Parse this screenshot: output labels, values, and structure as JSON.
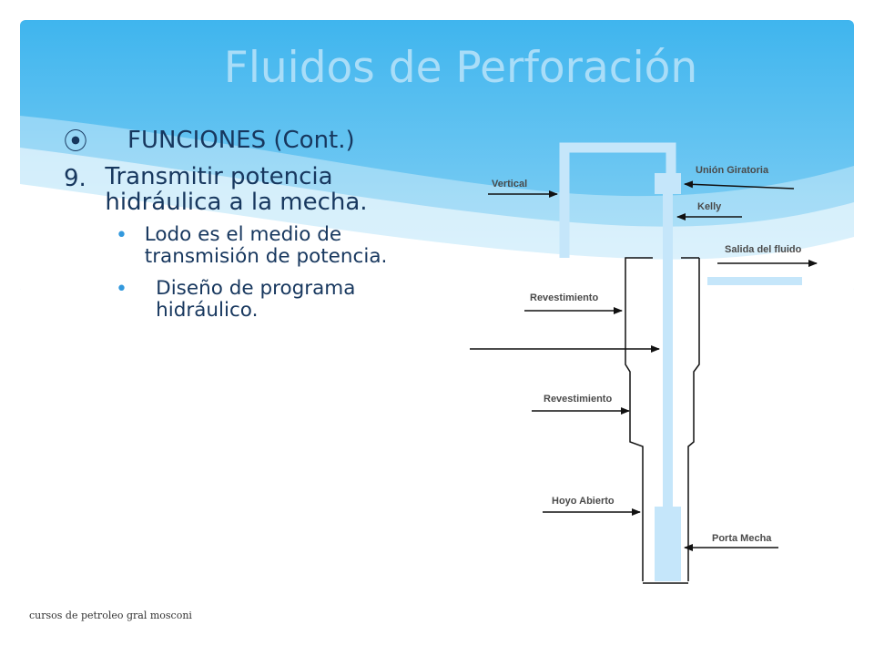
{
  "slide": {
    "title": "Fluidos de Perforación",
    "footer": "cursos de petroleo gral mosconi",
    "heading_bullet": "⦿",
    "heading": "FUNCIONES (Cont.)",
    "item_number": "9.",
    "item_text": "Transmitir potencia hidráulica a la mecha.",
    "sub_bullet": "•",
    "sub_items": [
      "Lodo es el medio de transmisión de potencia.",
      "Diseño de programa hidráulico."
    ]
  },
  "diagram": {
    "labels": {
      "union": "Unión Giratoria",
      "vertical": "Vertical",
      "kelly": "Kelly",
      "salida": "Salida del fluido",
      "revestimiento1": "Revestimiento",
      "revestimiento2": "Revestimiento",
      "hoyo": "Hoyo Abierto",
      "porta": "Porta Mecha"
    }
  },
  "colors": {
    "banner_top": "#3fb5ee",
    "banner_bottom": "#8fd4f5",
    "title": "#a9ddf8",
    "text": "#17375e",
    "sub_bullet": "#3399dd",
    "pipe": "#c5e6fa"
  }
}
